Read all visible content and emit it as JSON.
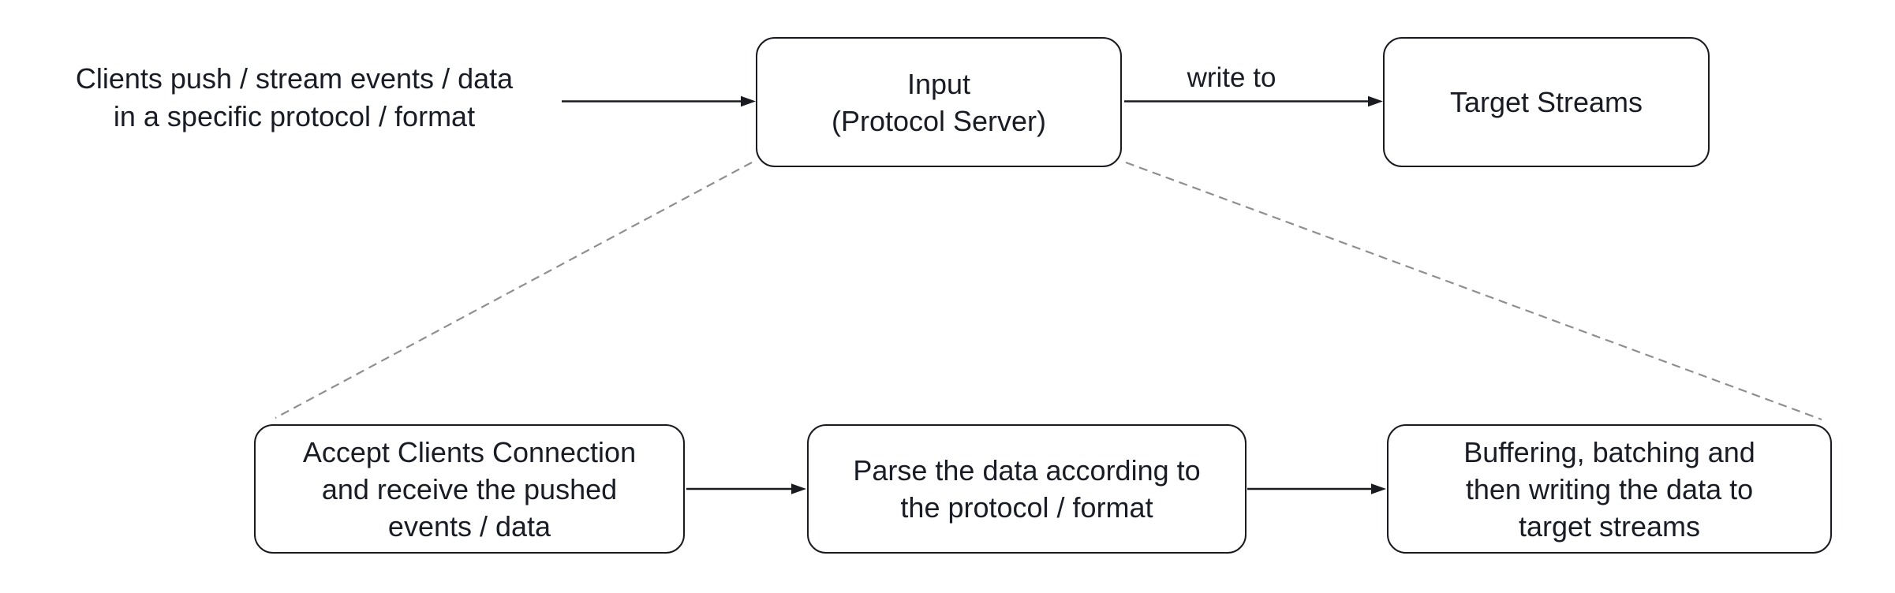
{
  "diagram": {
    "annotation": {
      "lines": [
        "Clients push / stream events / data",
        "in a specific protocol / format"
      ]
    },
    "nodes": {
      "input": {
        "lines": [
          "Input",
          "(Protocol Server)"
        ]
      },
      "target_streams": {
        "lines": [
          "Target Streams"
        ]
      },
      "accept": {
        "lines": [
          "Accept Clients Connection",
          "and receive the pushed",
          "events / data"
        ]
      },
      "parse": {
        "lines": [
          "Parse the data according to",
          "the protocol / format"
        ]
      },
      "buffer": {
        "lines": [
          "Buffering, batching and",
          "then writing the data to",
          "target streams"
        ]
      }
    },
    "edges": [
      {
        "from": "annotation",
        "to": "input",
        "style": "solid-arrow",
        "label": ""
      },
      {
        "from": "input",
        "to": "target_streams",
        "style": "solid-arrow",
        "label": "write to"
      },
      {
        "from": "input",
        "to": "accept",
        "style": "dashed",
        "label": ""
      },
      {
        "from": "input",
        "to": "buffer",
        "style": "dashed",
        "label": ""
      },
      {
        "from": "accept",
        "to": "parse",
        "style": "solid-arrow",
        "label": ""
      },
      {
        "from": "parse",
        "to": "buffer",
        "style": "solid-arrow",
        "label": ""
      }
    ],
    "colors": {
      "stroke": "#1a1b20",
      "text": "#191c24",
      "dashed": "#8f8f8f",
      "background": "#ffffff"
    }
  }
}
